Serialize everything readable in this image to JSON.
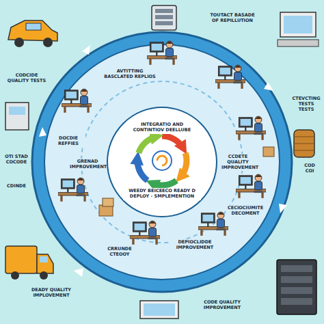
{
  "diagram": {
    "labels": [
      "AVTITTING BASCLATED REPLIOS",
      "TOUTACT BASADE OF REPILLUTION",
      "CODCIDE QUALITY TESTS",
      "CTEVCTING TESTS TESTS",
      "INTEGRATIO AND CONTINTIOV DEELLUBE",
      "CCDETE QUALITY IMPROVEMENT",
      "GRENAD IMPROVEMENT",
      "WEEDY BEICEECO READY D DEPLOY - SMPLEMENTION",
      "DOCDIE REFFIES",
      "COD COI",
      "OTI STAD COCODE",
      "CDINDE",
      "CECIOCIUMITE DECOMENT",
      "CRRUNDE CTEOOY",
      "DEPIOCLIDDE IMPROVEMENT",
      "DEADY QUALITY IMPLOVEMENT",
      "CODE QUALITY IMPROVEMENT"
    ]
  }
}
